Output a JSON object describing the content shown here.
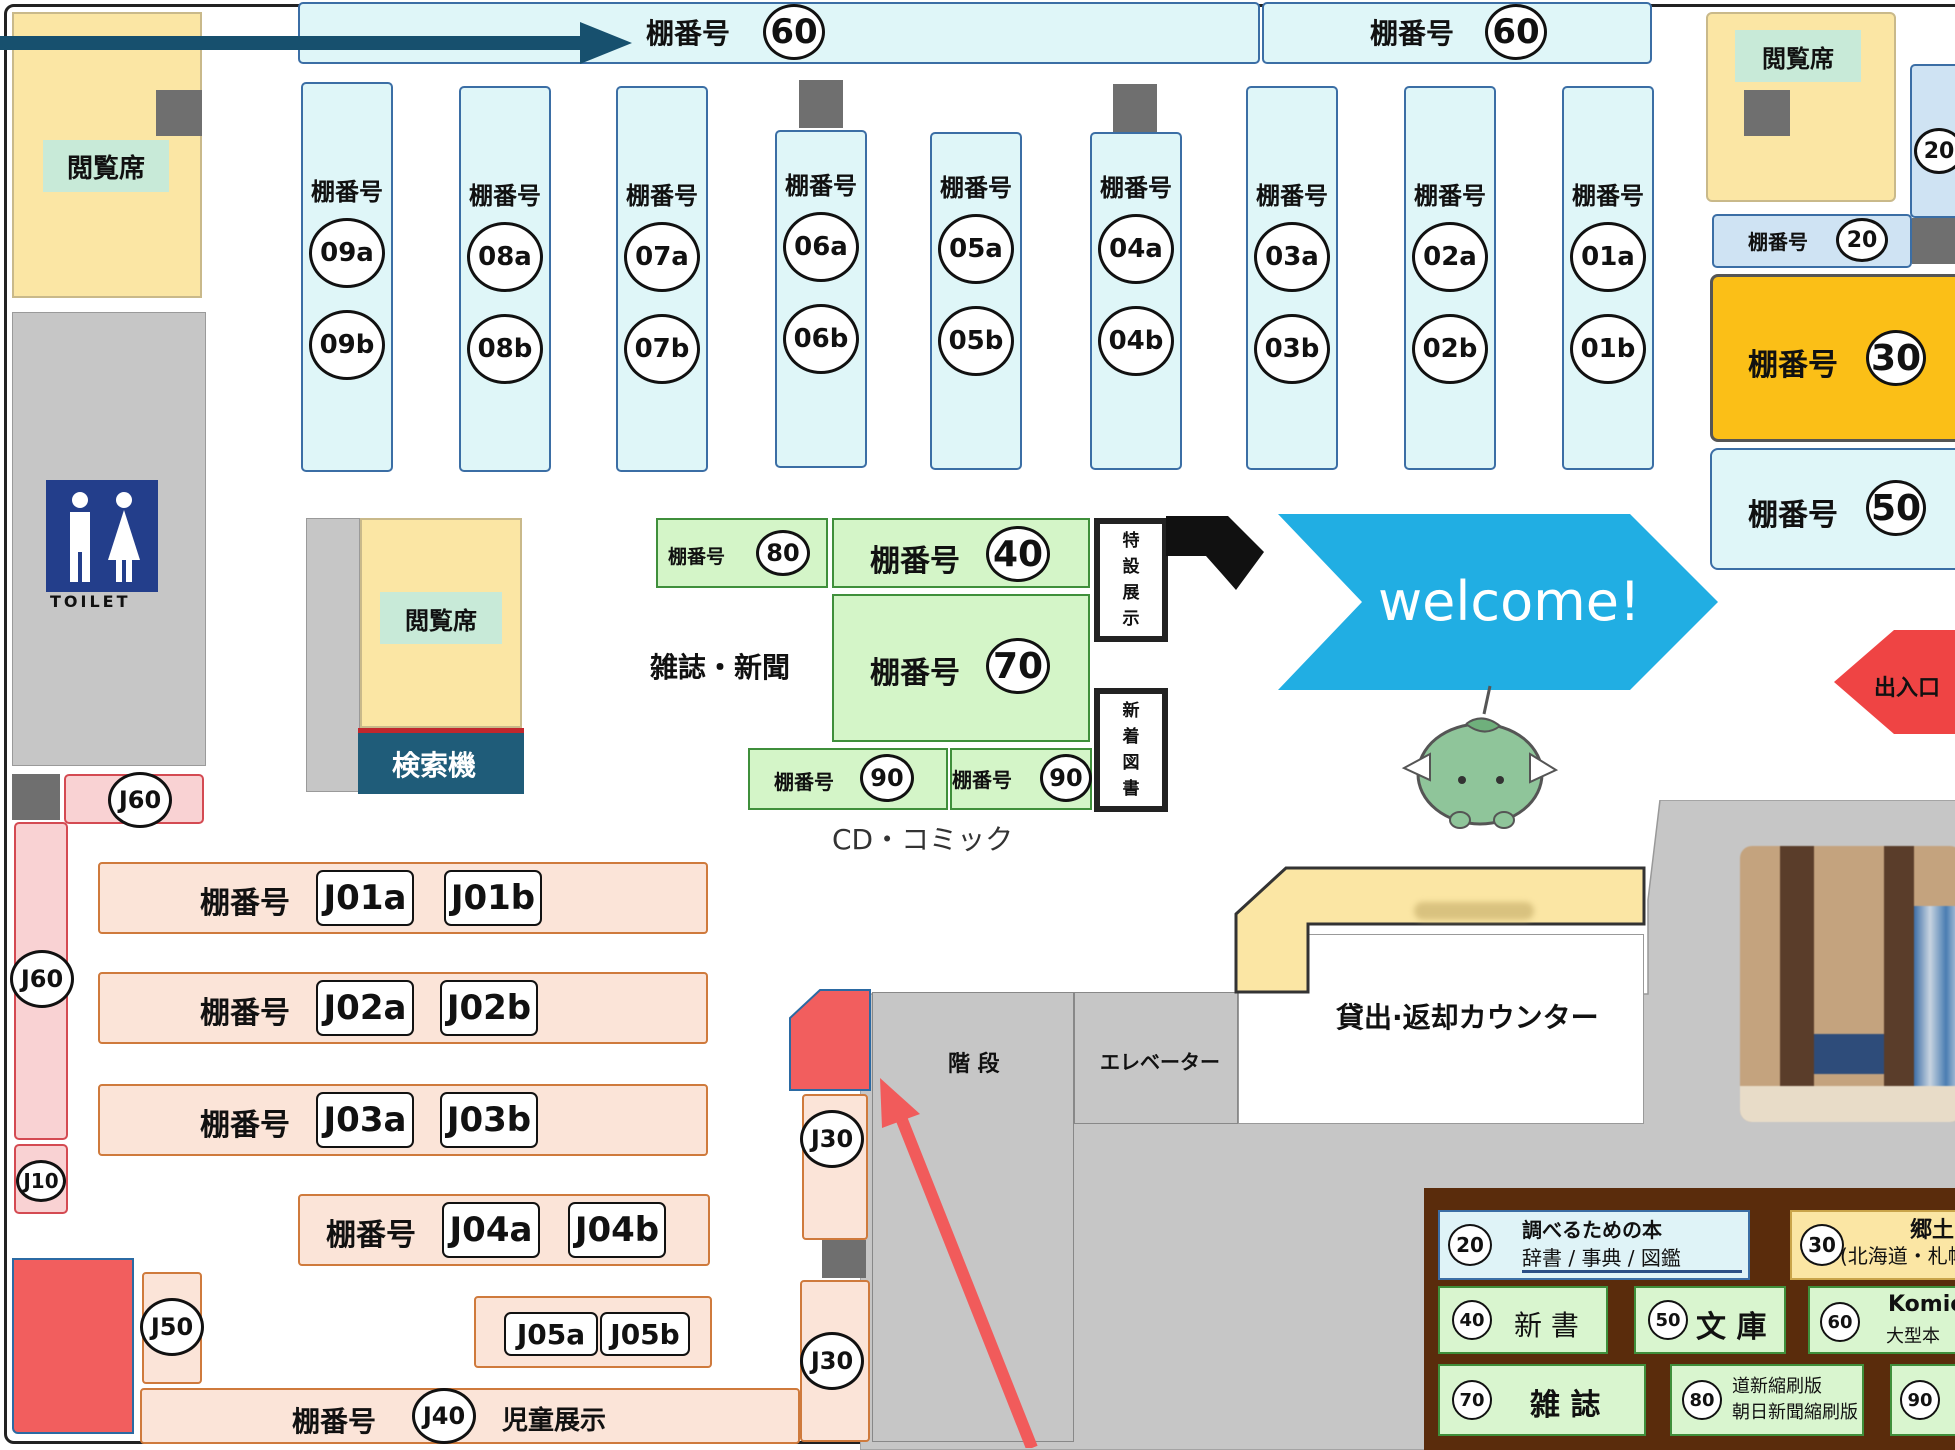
{
  "colors": {
    "shelf_light_blue": "#dff6f8",
    "shelf_green": "#d4f5c8",
    "shelf_peach": "#fbe4d8",
    "shelf_pink": "#f9d2d3",
    "reading_room_yellow": "#fbe6a4",
    "shelf_30_orange": "#fbbf17",
    "arrow_teal": "#17506e",
    "welcome_blue": "#21aee3",
    "entrance_red": "#ef4444",
    "legend_brown": "#5a2c0c"
  },
  "shelf_prefix": "棚番号",
  "top_shelves": [
    {
      "label": "棚番号",
      "num": "60"
    },
    {
      "label": "棚番号",
      "num": "60"
    }
  ],
  "vertical_shelves": [
    {
      "label": "棚番号",
      "a": "09a",
      "b": "09b"
    },
    {
      "label": "棚番号",
      "a": "08a",
      "b": "08b"
    },
    {
      "label": "棚番号",
      "a": "07a",
      "b": "07b"
    },
    {
      "label": "棚番号",
      "a": "06a",
      "b": "06b"
    },
    {
      "label": "棚番号",
      "a": "05a",
      "b": "05b"
    },
    {
      "label": "棚番号",
      "a": "04a",
      "b": "04b"
    },
    {
      "label": "棚番号",
      "a": "03a",
      "b": "03b"
    },
    {
      "label": "棚番号",
      "a": "02a",
      "b": "02b"
    },
    {
      "label": "棚番号",
      "a": "01a",
      "b": "01b"
    }
  ],
  "reading_seat": "閲覧席",
  "toilet": "TOILET",
  "search_machine": "検索機",
  "right_shelves": {
    "s20_small": "20",
    "s20_edge": "20",
    "s30": "30",
    "s50": "50"
  },
  "center": {
    "s80": "80",
    "s40": "40",
    "s70": "70",
    "s90a": "90",
    "s90b": "90",
    "magazine_label": "雑誌・新聞",
    "cd_label": "CD・コミック",
    "special_display": [
      "特",
      "設",
      "展",
      "示"
    ],
    "new_books": [
      "新",
      "着",
      "図",
      "書"
    ]
  },
  "welcome": "welcome!",
  "entrance": "出入口",
  "stairs": "階 段",
  "elevator": "エレベーター",
  "counter": "貸出·返却カウンター",
  "children": {
    "j60_top": "J60",
    "j60_side": "J60",
    "j10": "J10",
    "j50": "J50",
    "j30_a": "J30",
    "j30_b": "J30",
    "j40": "J40",
    "children_display": "児童展示",
    "rows": [
      {
        "label": "棚番号",
        "a": "J01a",
        "b": "J01b"
      },
      {
        "label": "棚番号",
        "a": "J02a",
        "b": "J02b"
      },
      {
        "label": "棚番号",
        "a": "J03a",
        "b": "J03b"
      },
      {
        "label": "棚番号",
        "a": "J04a",
        "b": "J04b"
      }
    ],
    "j05a": "J05a",
    "j05b": "J05b"
  },
  "legend": {
    "items": [
      {
        "num": "20",
        "title": "調べるための本",
        "sub": "辞書 / 事典 / 図鑑"
      },
      {
        "num": "30",
        "title": "郷土",
        "sub": "(北海道・札幌"
      },
      {
        "num": "40",
        "title": "新 書"
      },
      {
        "num": "50",
        "title": "文 庫"
      },
      {
        "num": "60",
        "title": "Komic",
        "sub": "大型本"
      },
      {
        "num": "70",
        "title": "雑 誌"
      },
      {
        "num": "80",
        "title": "道新縮刷版",
        "sub": "朝日新聞縮刷版"
      },
      {
        "num": "90",
        "title": ""
      }
    ]
  }
}
